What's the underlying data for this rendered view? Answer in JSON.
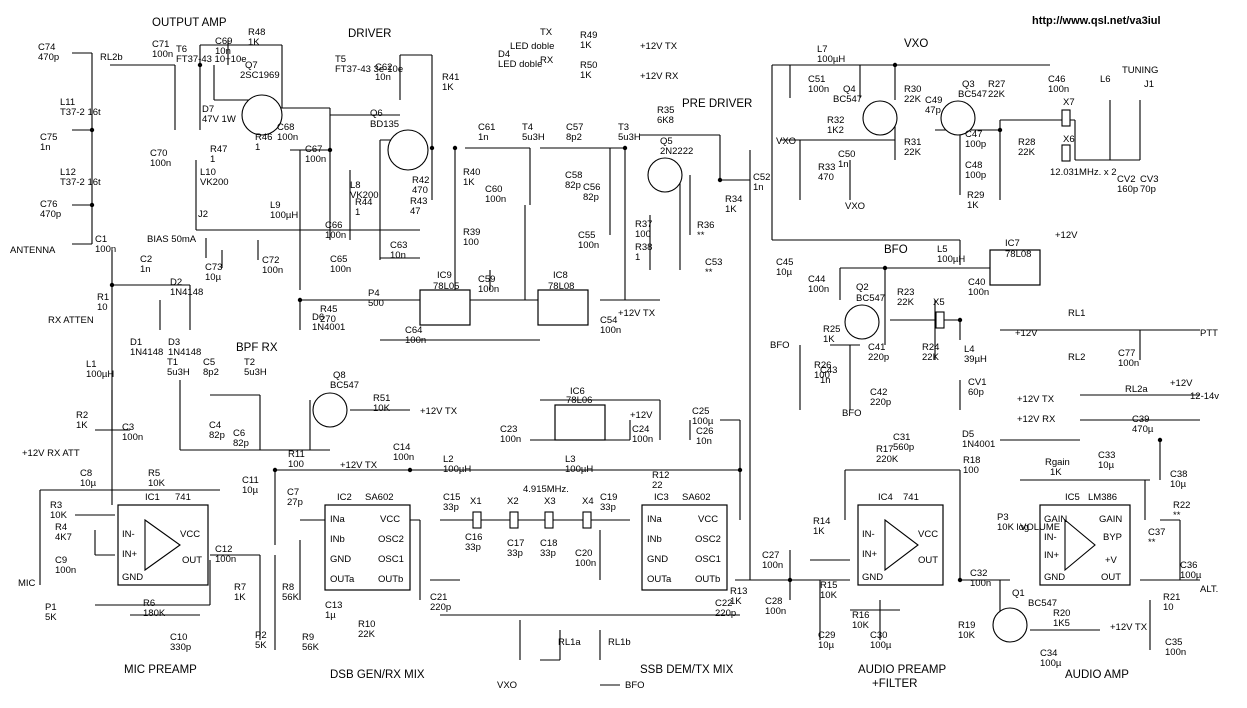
{
  "url": "http://www.qsl.net/va3iul",
  "sections": {
    "output_amp": "OUTPUT AMP",
    "driver": "DRIVER",
    "pre_driver": "PRE DRIVER",
    "vxo": "VXO",
    "bfo": "BFO",
    "bpf_rx": "BPF RX",
    "mic_preamp": "MIC PREAMP",
    "dsb_gen": "DSB GEN/RX MIX",
    "ssb_dem": "SSB DEM/TX MIX",
    "audio_preamp": "AUDIO PREAMP",
    "audio_preamp_2": "+FILTER",
    "audio_amp": "AUDIO AMP"
  },
  "ics": [
    {
      "ref": "IC1",
      "part": "741",
      "pins": [
        "IN-",
        "IN+",
        "GND",
        "VCC",
        "OUT"
      ]
    },
    {
      "ref": "IC2",
      "part": "SA602",
      "pins": [
        "INa",
        "INb",
        "GND",
        "OUTa",
        "VCC",
        "OSC2",
        "OSC1",
        "OUTb"
      ]
    },
    {
      "ref": "IC3",
      "part": "SA602",
      "pins": [
        "INa",
        "INb",
        "GND",
        "OUTa",
        "VCC",
        "OSC2",
        "OSC1",
        "OUTb"
      ]
    },
    {
      "ref": "IC4",
      "part": "741",
      "pins": [
        "IN-",
        "IN+",
        "GND",
        "VCC",
        "OUT"
      ]
    },
    {
      "ref": "IC5",
      "part": "LM386",
      "pins": [
        "GAIN",
        "IN-",
        "IN+",
        "GND",
        "GAIN",
        "BYP",
        "+V",
        "OUT"
      ]
    }
  ],
  "regulators": [
    {
      "ref": "IC6",
      "part": "78L06"
    },
    {
      "ref": "IC7",
      "part": "78L08"
    },
    {
      "ref": "IC8",
      "part": "78L08"
    },
    {
      "ref": "IC9",
      "part": "78L05"
    }
  ],
  "rails": {
    "v12": "+12V",
    "v12tx": "+12V TX",
    "v12rx": "+12V RX",
    "v12rxatt": "+12V RX ATT",
    "supply": "12-14v",
    "ptt": "PTT",
    "antenna": "ANTENNA",
    "mic": "MIC",
    "alt": "ALT.",
    "vxo": "VXO",
    "bfo": "BFO",
    "bias": "BIAS 50mA",
    "rx_atten": "RX ATTEN",
    "tuning": "TUNING",
    "volume": "VOLUME",
    "freq": "4.915MHz.",
    "xtal_vxo": "12.031MHz. x 2",
    "led": "LED doble",
    "tx": "TX",
    "rx": "RX",
    "rgain": "Rgain",
    "rgain_val": "1K"
  },
  "transistors": [
    {
      "ref": "Q1",
      "part": "BC547"
    },
    {
      "ref": "Q2",
      "part": "BC547"
    },
    {
      "ref": "Q3",
      "part": "BC547"
    },
    {
      "ref": "Q4",
      "part": "BC547"
    },
    {
      "ref": "Q5",
      "part": "2N2222"
    },
    {
      "ref": "Q6",
      "part": "BD135"
    },
    {
      "ref": "Q7",
      "part": "2SC1969"
    },
    {
      "ref": "Q8",
      "part": "BC547"
    }
  ],
  "parts": [
    [
      "C74",
      "470p"
    ],
    [
      "C71",
      "100n"
    ],
    [
      "C75",
      "1n"
    ],
    [
      "C76",
      "470p"
    ],
    [
      "C1",
      "100n"
    ],
    [
      "C2",
      "1n"
    ],
    [
      "C3",
      "100n"
    ],
    [
      "C69",
      "10n"
    ],
    [
      "C70",
      "100n"
    ],
    [
      "C68",
      "100n"
    ],
    [
      "C67",
      "100n"
    ],
    [
      "C66",
      "100n"
    ],
    [
      "C62",
      "10n"
    ],
    [
      "C63",
      "10n"
    ],
    [
      "C65",
      "100n"
    ],
    [
      "C64",
      "100n"
    ],
    [
      "C72",
      "100n"
    ],
    [
      "C73",
      "10µ"
    ],
    [
      "C61",
      "1n"
    ],
    [
      "C60",
      "100n"
    ],
    [
      "C59",
      "100n"
    ],
    [
      "C57",
      "8p2"
    ],
    [
      "C58",
      "82p"
    ],
    [
      "C56",
      "82p"
    ],
    [
      "C55",
      "100n"
    ],
    [
      "C53",
      "**"
    ],
    [
      "C52",
      "1n"
    ],
    [
      "C54",
      "100n"
    ],
    [
      "C51",
      "100n"
    ],
    [
      "C50",
      "1n"
    ],
    [
      "C49",
      "47p"
    ],
    [
      "C47",
      "100p"
    ],
    [
      "C48",
      "100p"
    ],
    [
      "C46",
      "100n"
    ],
    [
      "C45",
      "10µ"
    ],
    [
      "C44",
      "100n"
    ],
    [
      "C40",
      "100n"
    ],
    [
      "C41",
      "220p"
    ],
    [
      "C42",
      "220p"
    ],
    [
      "C43",
      "1n"
    ],
    [
      "C77",
      "100n"
    ],
    [
      "C5",
      "8p2"
    ],
    [
      "C4",
      "82p"
    ],
    [
      "C6",
      "82p"
    ],
    [
      "C8",
      "10µ"
    ],
    [
      "C9",
      "100n"
    ],
    [
      "C10",
      "330p"
    ],
    [
      "C11",
      "10µ"
    ],
    [
      "C12",
      "100n"
    ],
    [
      "C7",
      "27p"
    ],
    [
      "C13",
      "1µ"
    ],
    [
      "C14",
      "100n"
    ],
    [
      "C15",
      "33p"
    ],
    [
      "C16",
      "33p"
    ],
    [
      "C17",
      "33p"
    ],
    [
      "C18",
      "33p"
    ],
    [
      "C19",
      "33p"
    ],
    [
      "C20",
      "100n"
    ],
    [
      "C21",
      "220p"
    ],
    [
      "C22",
      "220p"
    ],
    [
      "C23",
      "100n"
    ],
    [
      "C24",
      "100n"
    ],
    [
      "C25",
      "100µ"
    ],
    [
      "C26",
      "10n"
    ],
    [
      "C27",
      "100n"
    ],
    [
      "C28",
      "100n"
    ],
    [
      "C29",
      "10µ"
    ],
    [
      "C30",
      "100µ"
    ],
    [
      "C31",
      "560p"
    ],
    [
      "C32",
      "100n"
    ],
    [
      "C33",
      "10µ"
    ],
    [
      "C34",
      "100µ"
    ],
    [
      "C35",
      "100n"
    ],
    [
      "C36",
      "100µ"
    ],
    [
      "C37",
      "**"
    ],
    [
      "C38",
      "10µ"
    ],
    [
      "C39",
      "470µ"
    ],
    [
      "R48",
      "1K"
    ],
    [
      "R47",
      "1"
    ],
    [
      "R46",
      "1"
    ],
    [
      "R41",
      "1K"
    ],
    [
      "R42",
      "470"
    ],
    [
      "R43",
      "47"
    ],
    [
      "R44",
      "1"
    ],
    [
      "R40",
      "1K"
    ],
    [
      "R39",
      "100"
    ],
    [
      "R45",
      "270"
    ],
    [
      "P4",
      "500"
    ],
    [
      "R35",
      "6K8"
    ],
    [
      "R36",
      "**"
    ],
    [
      "R37",
      "100"
    ],
    [
      "R38",
      "1"
    ],
    [
      "R34",
      "1K"
    ],
    [
      "R30",
      "22K"
    ],
    [
      "R31",
      "22K"
    ],
    [
      "R32",
      "1K2"
    ],
    [
      "R33",
      "470"
    ],
    [
      "R27",
      "22K"
    ],
    [
      "R28",
      "22K"
    ],
    [
      "R29",
      "1K"
    ],
    [
      "R23",
      "22K"
    ],
    [
      "R24",
      "22K"
    ],
    [
      "R25",
      "1K"
    ],
    [
      "R26",
      "100"
    ],
    [
      "R1",
      "10"
    ],
    [
      "R2",
      "1K"
    ],
    [
      "R3",
      "10K"
    ],
    [
      "R4",
      "4K7"
    ],
    [
      "R5",
      "10K"
    ],
    [
      "R6",
      "180K"
    ],
    [
      "P1",
      "5K"
    ],
    [
      "R7",
      "1K"
    ],
    [
      "R8",
      "56K"
    ],
    [
      "R9",
      "56K"
    ],
    [
      "P2",
      "5K"
    ],
    [
      "R10",
      "22K"
    ],
    [
      "R11",
      "100"
    ],
    [
      "R51",
      "10K"
    ],
    [
      "R12",
      "22"
    ],
    [
      "R13",
      "1K"
    ],
    [
      "R14",
      "1K"
    ],
    [
      "R15",
      "10K"
    ],
    [
      "R16",
      "10K"
    ],
    [
      "R17",
      "220K"
    ],
    [
      "R18",
      "100"
    ],
    [
      "R19",
      "10K"
    ],
    [
      "R20",
      "1K5"
    ],
    [
      "R21",
      "10"
    ],
    [
      "R22",
      "**"
    ],
    [
      "P3",
      "10K log"
    ],
    [
      "R49",
      "1K"
    ],
    [
      "R50",
      "1K"
    ],
    [
      "L11",
      "T37-2 16t"
    ],
    [
      "L12",
      "T37-2 16t"
    ],
    [
      "L10",
      "VK200"
    ],
    [
      "L9",
      "100µH"
    ],
    [
      "L8",
      "VK200"
    ],
    [
      "T6",
      "FT37-43 10+10e"
    ],
    [
      "T5",
      "FT37-43 3e-10e"
    ],
    [
      "T4",
      "5u3H"
    ],
    [
      "T3",
      "5u3H"
    ],
    [
      "T1",
      "5u3H"
    ],
    [
      "T2",
      "5u3H"
    ],
    [
      "L1",
      "100µH"
    ],
    [
      "L2",
      "100µH"
    ],
    [
      "L3",
      "100µH"
    ],
    [
      "L4",
      "39µH"
    ],
    [
      "L5",
      "100µH"
    ],
    [
      "L6",
      ""
    ],
    [
      "L7",
      "100µH"
    ],
    [
      "D1",
      "1N4148"
    ],
    [
      "D2",
      "1N4148"
    ],
    [
      "D3",
      "1N4148"
    ],
    [
      "D5",
      "1N4001"
    ],
    [
      "D6",
      "1N4001"
    ],
    [
      "D7",
      "47V 1W"
    ],
    [
      "D4",
      "LED doble"
    ],
    [
      "X1",
      ""
    ],
    [
      "X2",
      ""
    ],
    [
      "X3",
      ""
    ],
    [
      "X4",
      ""
    ],
    [
      "X5",
      ""
    ],
    [
      "X6",
      ""
    ],
    [
      "X7",
      ""
    ],
    [
      "CV1",
      "60p"
    ],
    [
      "CV2",
      "160p"
    ],
    [
      "CV3",
      "70p"
    ],
    [
      "RL1",
      ""
    ],
    [
      "RL2",
      ""
    ],
    [
      "RL2a",
      ""
    ],
    [
      "RL2b",
      ""
    ],
    [
      "RL1a",
      ""
    ],
    [
      "RL1b",
      ""
    ],
    [
      "J1",
      ""
    ],
    [
      "J2",
      ""
    ]
  ]
}
